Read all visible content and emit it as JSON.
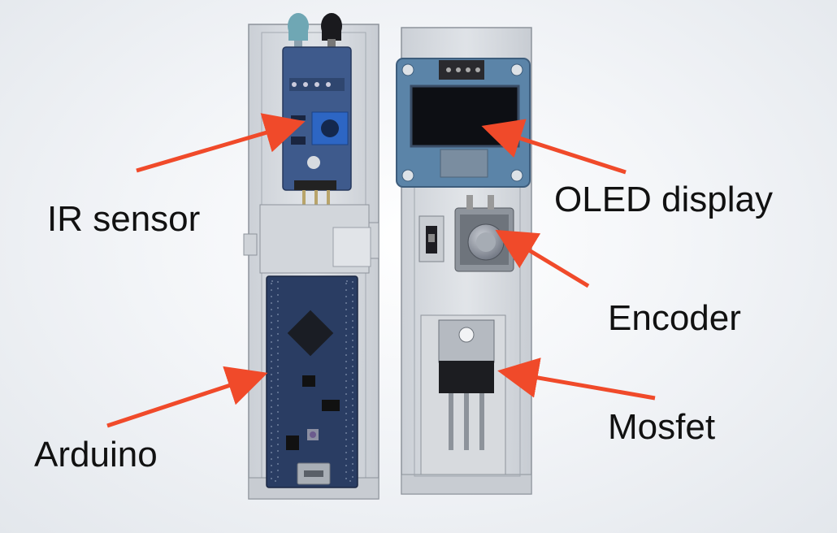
{
  "labels": {
    "ir_sensor": "IR sensor",
    "arduino": "Arduino",
    "oled_display": "OLED display",
    "encoder": "Encoder",
    "mosfet": "Mosfet"
  },
  "colors": {
    "arrow": "#f04a2a",
    "enclosure": "#b9bec6",
    "pcb": "#2a3d63",
    "ir_board": "#3e5a8c",
    "oled_board": "#5b84a8",
    "screen": "#0d0f14"
  }
}
